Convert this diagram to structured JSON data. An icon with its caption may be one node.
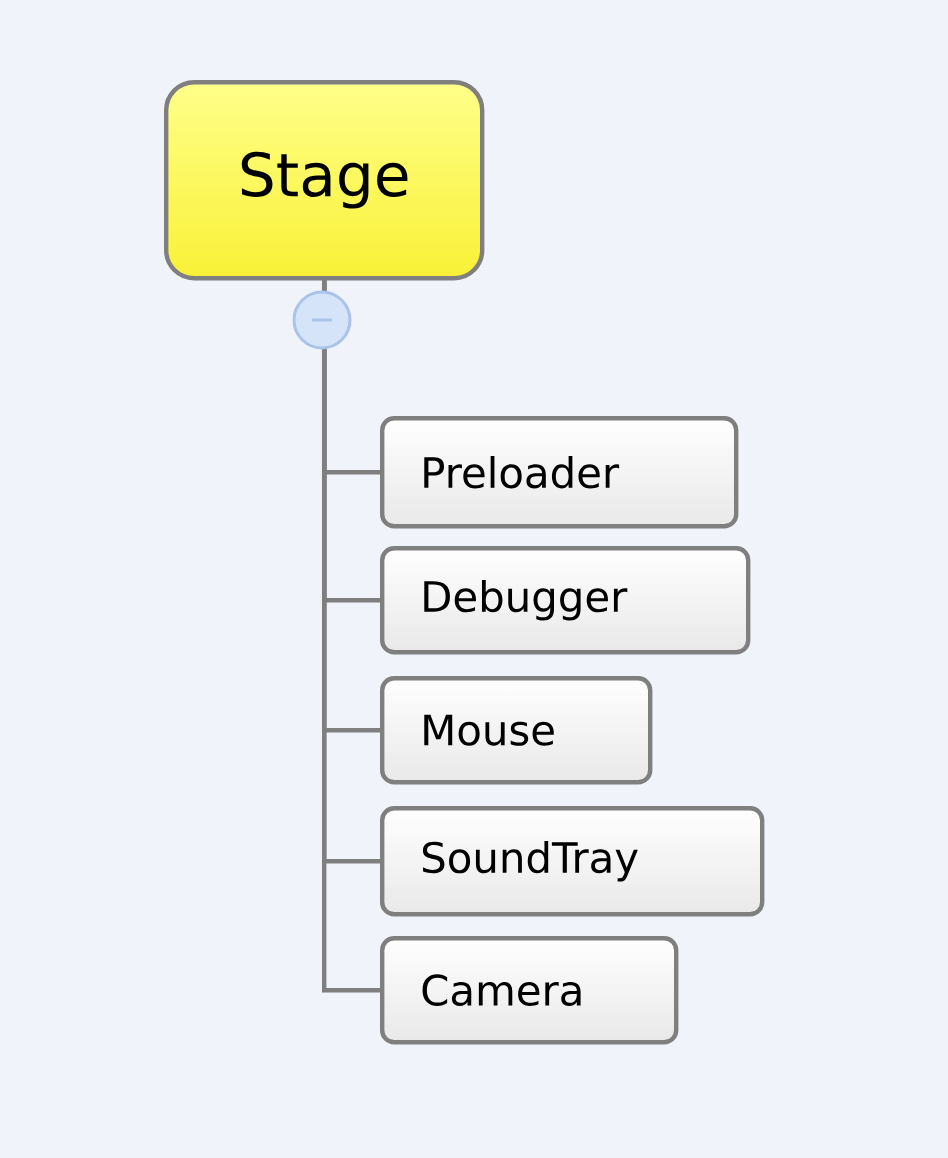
{
  "diagram": {
    "nodes": [
      {
        "text": [
          "Stage"
        ]
      },
      {
        "text": [
          "Preloader"
        ]
      },
      {
        "text": [
          "Debugger"
        ]
      },
      {
        "text": [
          "Mouse"
        ]
      },
      {
        "text": [
          "SoundTray"
        ]
      },
      {
        "text": [
          "Camera"
        ]
      }
    ],
    "edges": [
      {
        "from": 0,
        "to": 1,
        "arrow": "none"
      },
      {
        "from": 0,
        "to": 2,
        "arrow": "none"
      },
      {
        "from": 0,
        "to": 3,
        "arrow": "none"
      },
      {
        "from": 0,
        "to": 4,
        "arrow": "none"
      },
      {
        "from": 0,
        "to": 5,
        "arrow": "none"
      }
    ]
  }
}
